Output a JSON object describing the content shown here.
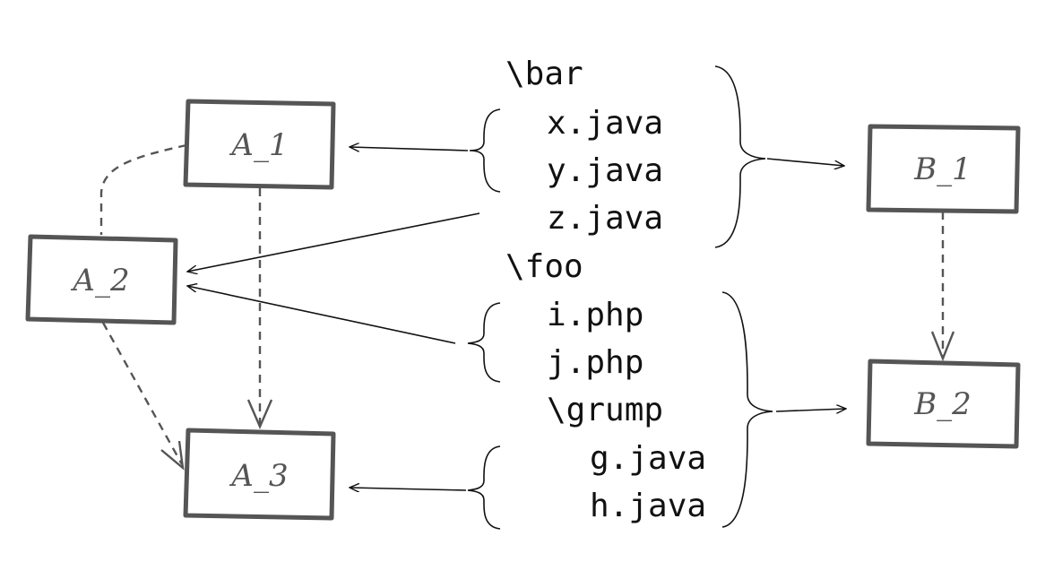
{
  "colors": {
    "box_stroke": "#555555",
    "text": "#111111",
    "dashed_edge": "#555555"
  },
  "boxes": {
    "a1": "A_1",
    "a2": "A_2",
    "a3": "A_3",
    "b1": "B_1",
    "b2": "B_2"
  },
  "tree": {
    "bar": "\\bar",
    "x_java": "x.java",
    "y_java": "y.java",
    "z_java": "z.java",
    "foo": "\\foo",
    "i_php": "i.php",
    "j_php": "j.php",
    "grump": "\\grump",
    "g_java": "g.java",
    "h_java": "h.java"
  }
}
